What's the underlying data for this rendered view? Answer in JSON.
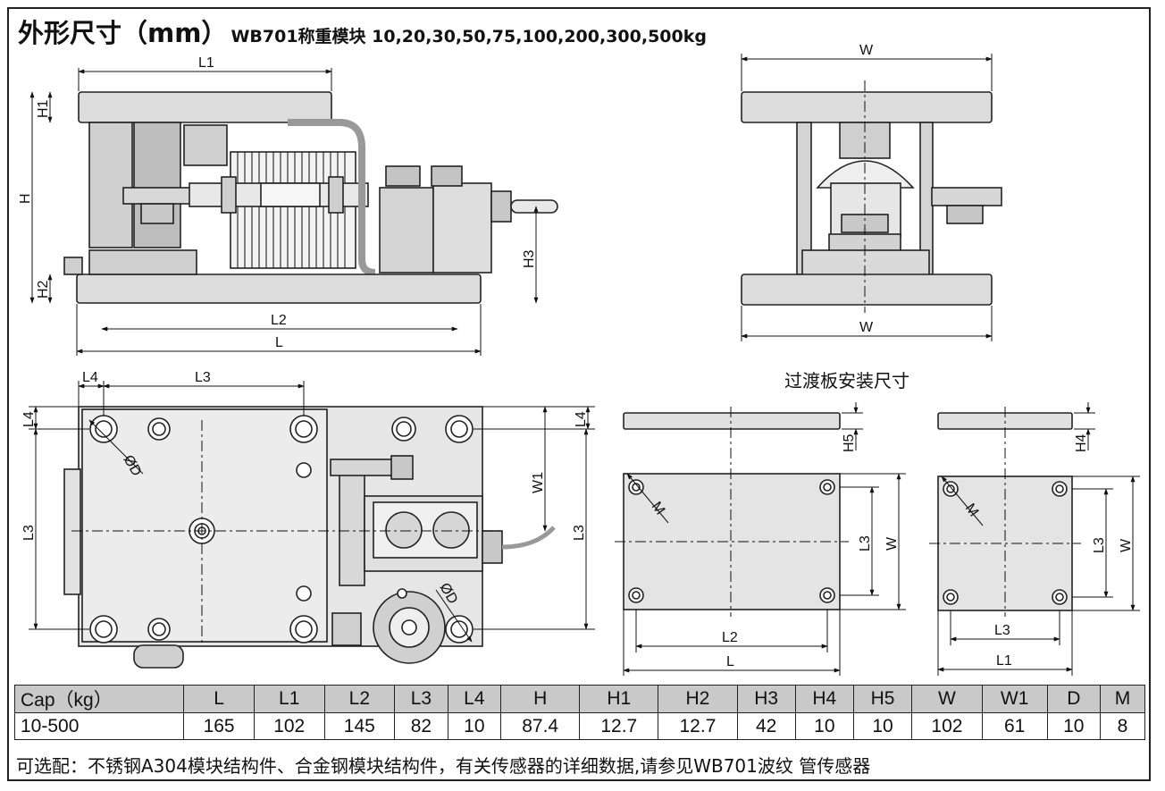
{
  "title": {
    "main": "外形尺寸（mm）",
    "sub": "WB701称重模块 10,20,30,50,75,100,200,300,500kg"
  },
  "dims": {
    "front": {
      "L1": "L1",
      "H1": "H1",
      "H": "H",
      "H2": "H2",
      "H3": "H3",
      "L2": "L2",
      "L": "L"
    },
    "side": {
      "W_top": "W",
      "W_bottom": "W"
    },
    "plan": {
      "L4": "L4",
      "L3_top": "L3",
      "L4_right": "L4",
      "W1": "W1",
      "L3_left": "L3",
      "L3_right": "L3",
      "D1": "ØD",
      "D2": "ØD"
    },
    "adapter_left": {
      "H5": "H5",
      "M": "M",
      "L3": "L3",
      "W": "W",
      "L2": "L2",
      "L": "L"
    },
    "adapter_right": {
      "H4": "H4",
      "M": "M",
      "L3_v": "L3",
      "W": "W",
      "L3_h": "L3",
      "L1": "L1"
    }
  },
  "adapter_title": "过渡板安装尺寸",
  "spec_table": {
    "headers": [
      "Cap（kg）",
      "L",
      "L1",
      "L2",
      "L3",
      "L4",
      "H",
      "H1",
      "H2",
      "H3",
      "H4",
      "H5",
      "W",
      "W1",
      "D",
      "M"
    ],
    "rows": [
      [
        "10-500",
        "165",
        "102",
        "145",
        "82",
        "10",
        "87.4",
        "12.7",
        "12.7",
        "42",
        "10",
        "10",
        "102",
        "61",
        "10",
        "8"
      ]
    ]
  },
  "note": "可选配：不锈钢A304模块结构件、合金钢模块结构件，有关传感器的详细数据,请参见WB701波纹 管传感器"
}
